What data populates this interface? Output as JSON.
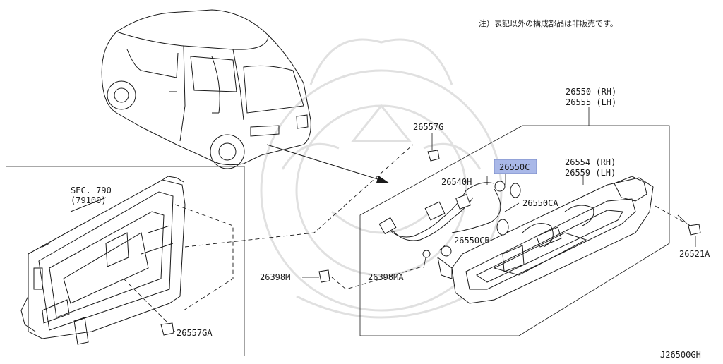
{
  "note": "注）表記以外の構成部品は非販売です。",
  "diagram_code": "J26500GH",
  "highlight_color": "#a9b8e8",
  "callouts": {
    "assembly_rh": "26550 (RH)",
    "assembly_lh": "26555 (LH)",
    "lens_rh": "26554 (RH)",
    "lens_lh": "26559 (LH)",
    "clip_g": "26557G",
    "socket_c": "26550C",
    "harness": "26540H",
    "bulb_ca": "26550CA",
    "bulb_cb": "26550CB",
    "grommet_m": "26398M",
    "grommet_ma": "26398MA",
    "screw": "26521A",
    "clip_ga": "26557GA",
    "sec_ref": "SEC. 790",
    "sec_ref_part": "(79100)"
  }
}
